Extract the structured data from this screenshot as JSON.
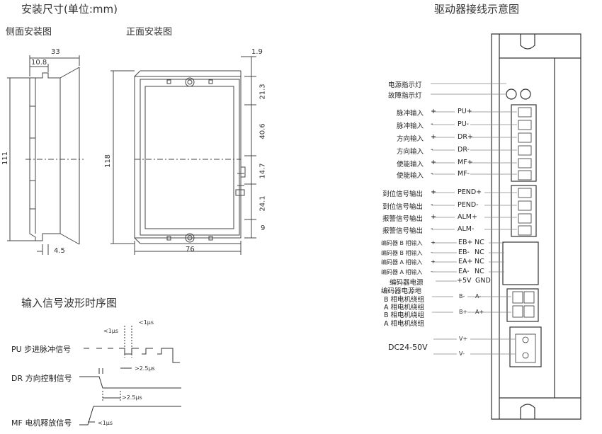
{
  "titles": {
    "install_size": "安装尺寸(单位:mm)",
    "wiring": "驱动器接线示意图",
    "side_view": "侧面安装图",
    "front_view": "正面安装图",
    "timing": "输入信号波形时序图"
  },
  "side_dims": {
    "width": "33",
    "slot": "10.8",
    "height": "111",
    "bottom": "4.5"
  },
  "front_dims": {
    "top": "1.9",
    "height": "118",
    "width": "76",
    "seg1": "21.3",
    "seg2": "40.6",
    "seg3": "14.7",
    "seg4": "24.1",
    "seg5": "9"
  },
  "timing": {
    "pu": "PU 步进脉冲信号",
    "dr": "DR 方向控制信号",
    "mf": "MF 电机释放信号",
    "t1": "<1μs",
    "t2": "<1μs",
    "t3": ">2.5μs",
    "t4": ">2.5μs",
    "t5": "<1μs"
  },
  "wiring": {
    "indicators": [
      "电源指示灯",
      "故障指示灯"
    ],
    "signals": [
      {
        "label": "脉冲输入",
        "sign": "+",
        "pin": "PU+"
      },
      {
        "label": "脉冲输入",
        "sign": "-",
        "pin": "PU-"
      },
      {
        "label": "方向输入",
        "sign": "+",
        "pin": "DR+"
      },
      {
        "label": "方向输入",
        "sign": "-",
        "pin": "DR-"
      },
      {
        "label": "使能输入",
        "sign": "+",
        "pin": "MF+"
      },
      {
        "label": "使能输入",
        "sign": "-",
        "pin": "MF-"
      }
    ],
    "outputs": [
      {
        "label": "到位信号输出",
        "sign": "+",
        "pin": "PEND+"
      },
      {
        "label": "到位信号输出",
        "sign": "-",
        "pin": "PEND-"
      },
      {
        "label": "报警信号输出",
        "sign": "+",
        "pin": "ALM+"
      },
      {
        "label": "报警信号输出",
        "sign": "-",
        "pin": "ALM-"
      }
    ],
    "encoder": [
      {
        "label": "编码器 B 相输入",
        "sign": "+",
        "pin": "EB+",
        "nc": "NC"
      },
      {
        "label": "编码器 B 相输入",
        "sign": "-",
        "pin": "EB-",
        "nc": "NC"
      },
      {
        "label": "编码器 A 相输入",
        "sign": "+",
        "pin": "EA+",
        "nc": "NC"
      },
      {
        "label": "编码器 A 相输入",
        "sign": "-",
        "pin": "EA-",
        "nc": "NC"
      }
    ],
    "enc_power": "编码器电源",
    "enc_power_pin": "+5V",
    "enc_gnd_label": "编码器电源地",
    "enc_gnd_pin": "GND",
    "motor": [
      "B 相电机绕组",
      "A 相电机绕组",
      "B 相电机绕组",
      "A 相电机绕组"
    ],
    "motor_pins": [
      "B-",
      "A-",
      "B+",
      "A+"
    ],
    "supply": "DC24-50V",
    "vplus": "V+",
    "vminus": "V-"
  }
}
